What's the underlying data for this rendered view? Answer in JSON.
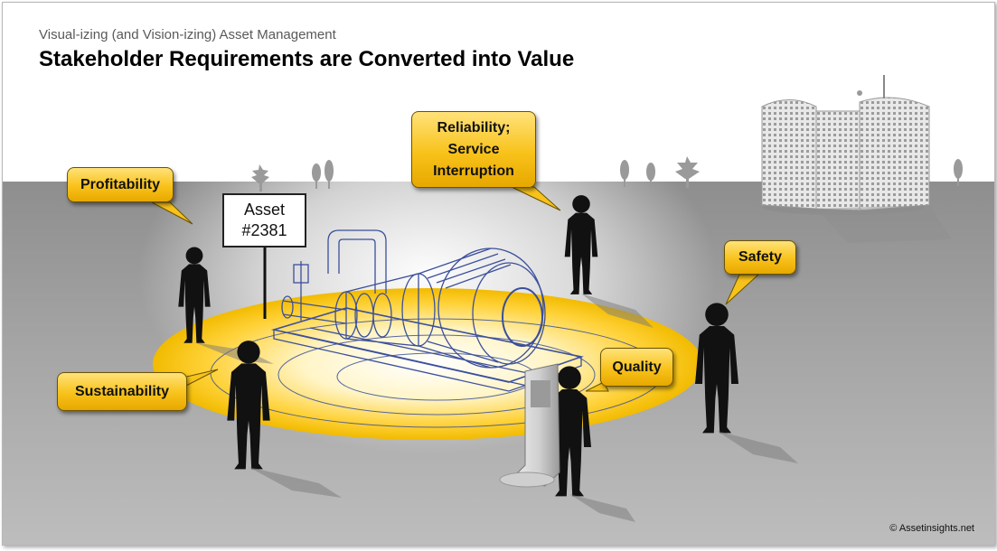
{
  "header": {
    "subtitle": "Visual-izing (and Vision-izing) Asset Management",
    "title": "Stakeholder Requirements are Converted into Value"
  },
  "callouts": {
    "profitability": "Profitability",
    "reliability": [
      "Reliability;",
      "Service",
      "Interruption"
    ],
    "safety": "Safety",
    "quality": "Quality",
    "sustainability": "Sustainability"
  },
  "sign": {
    "line1": "Asset",
    "line2": "#2381"
  },
  "footer": {
    "copyright": "© Assetinsights.net"
  },
  "colors": {
    "callout_fill": "#f8c21a",
    "ground": "#9a9a9a",
    "platform": "#f5c400",
    "blueprint": "#3b4f9c",
    "silhouette": "#111111"
  },
  "icons": [
    "machine-blueprint-icon",
    "building-icon",
    "tree-icon",
    "person-silhouette-icon",
    "kiosk-icon"
  ]
}
